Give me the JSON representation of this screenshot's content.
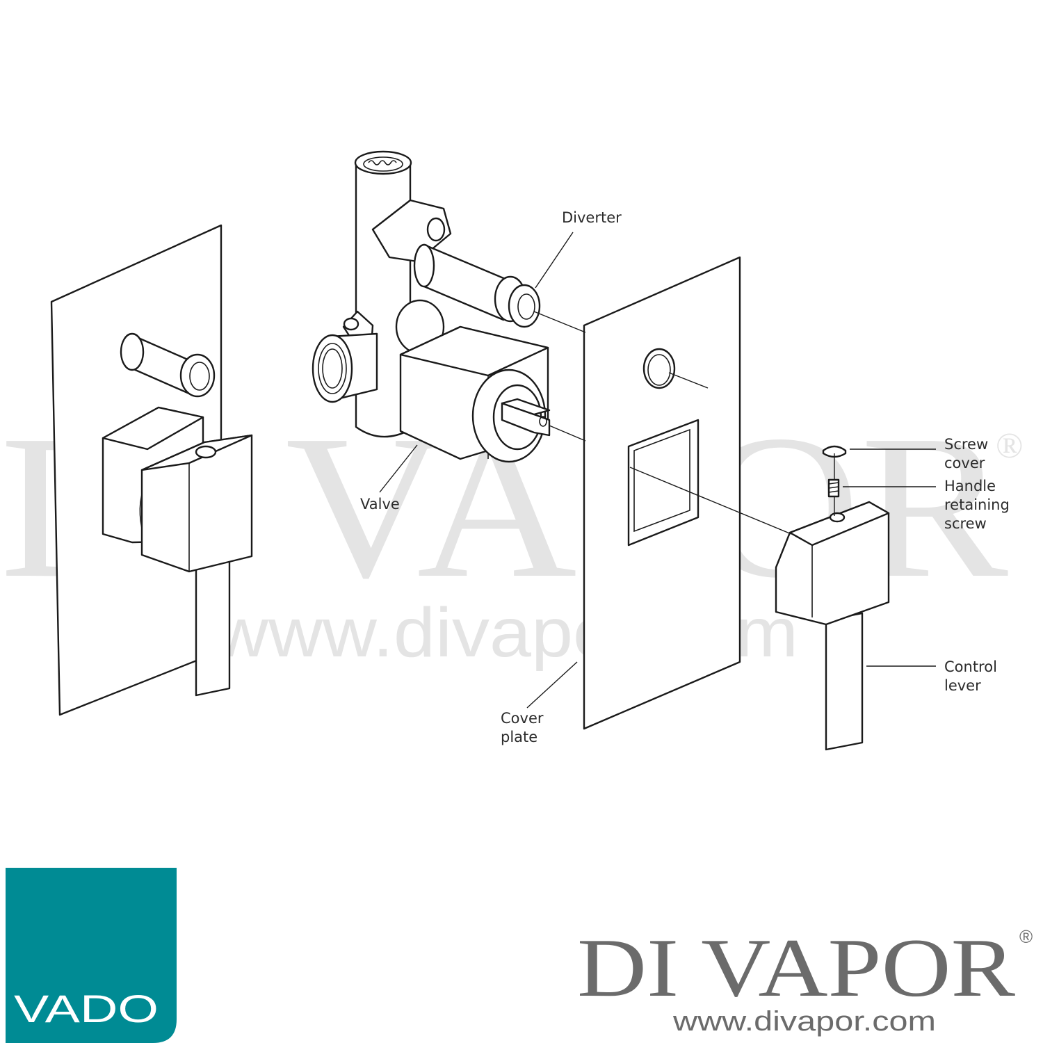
{
  "colors": {
    "brand_teal": "#008b94",
    "ink": "#1a1a1a",
    "watermark": "#e4e4e4",
    "logo_text": "#6b6b6b"
  },
  "watermark": {
    "brand": "DI VAPOR",
    "registered": "®",
    "url": "www.divapor.com"
  },
  "labels": {
    "diverter": "Diverter",
    "valve": "Valve",
    "screw_cover": [
      "Screw",
      "cover"
    ],
    "handle_retaining_screw": [
      "Handle",
      "retaining",
      "screw"
    ],
    "control_lever": [
      "Control",
      "lever"
    ],
    "cover_plate": [
      "Cover",
      "plate"
    ]
  },
  "logos": {
    "vado": "VADO",
    "divapor_brand": "DI VAPOR",
    "divapor_registered": "®",
    "divapor_url": "www.divapor.com"
  }
}
